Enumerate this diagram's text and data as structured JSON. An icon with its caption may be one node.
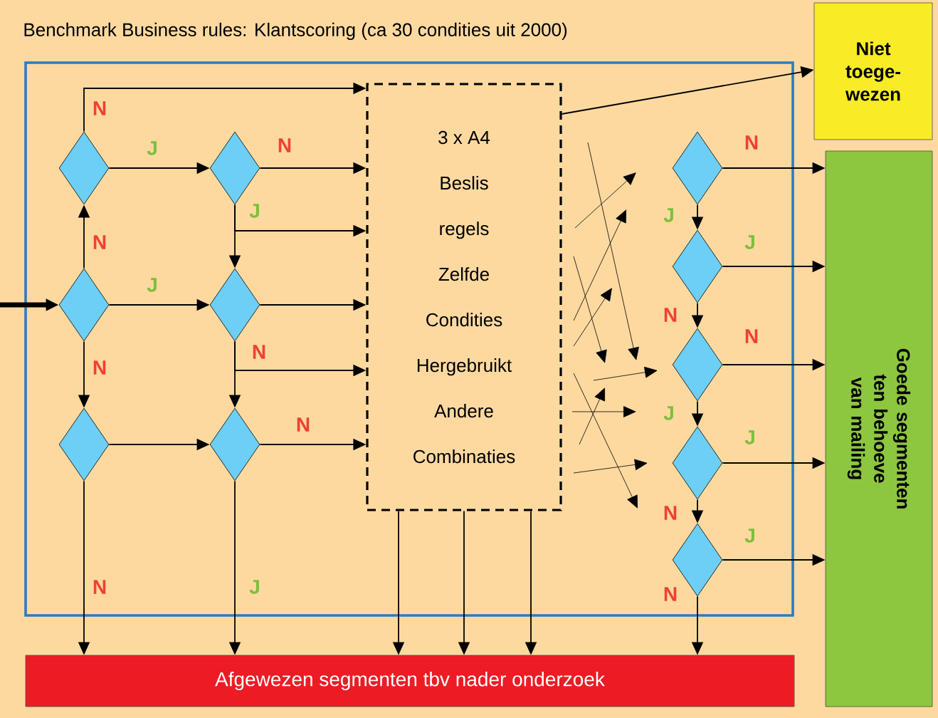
{
  "diagram": {
    "title": "Benchmark Business rules: Klantscoring (ca 30 condities uit 2000)",
    "nodes": [
      {
        "text": [],
        "shape": "diamond"
      },
      {
        "text": [],
        "shape": "diamond"
      },
      {
        "text": [],
        "shape": "diamond"
      },
      {
        "text": [],
        "shape": "diamond"
      },
      {
        "text": [],
        "shape": "diamond"
      },
      {
        "text": [],
        "shape": "diamond"
      },
      {
        "text": [
          "3 x A4",
          "Beslis",
          "regels",
          "Zelfde",
          "Condities",
          "Hergebruikt",
          "Andere",
          "Combinaties"
        ]
      },
      {
        "text": [],
        "shape": "diamond"
      },
      {
        "text": [],
        "shape": "diamond"
      },
      {
        "text": [],
        "shape": "diamond"
      },
      {
        "text": [],
        "shape": "diamond"
      },
      {
        "text": [],
        "shape": "diamond"
      },
      {
        "text": [
          "Niet toege- wezen"
        ]
      },
      {
        "text": [
          "Goede segmenten ten behoeve van mailing"
        ]
      },
      {
        "text": [
          "Afgewezen segmenten tbv nader onderzoek"
        ]
      }
    ],
    "edges": [
      {
        "from": 0,
        "to": 6,
        "arrow": "to",
        "label": "N"
      },
      {
        "from": 0,
        "to": 1,
        "arrow": "to",
        "label": "J"
      },
      {
        "from": 1,
        "to": 6,
        "arrow": "to",
        "label": "N"
      },
      {
        "from": 1,
        "to": 6,
        "arrow": "to",
        "label": "J"
      },
      {
        "from": 1,
        "to": 3,
        "arrow": "to"
      },
      {
        "from": 2,
        "to": 0,
        "arrow": "to",
        "label": "N"
      },
      {
        "from": 2,
        "to": 3,
        "arrow": "to",
        "label": "J"
      },
      {
        "from": 2,
        "to": 4,
        "arrow": "to",
        "label": "N"
      },
      {
        "from": 3,
        "to": 6,
        "arrow": "to"
      },
      {
        "from": 3,
        "to": 6,
        "arrow": "to",
        "label": "N"
      },
      {
        "from": 3,
        "to": 5,
        "arrow": "to"
      },
      {
        "from": 4,
        "to": 5,
        "arrow": "to"
      },
      {
        "from": 5,
        "to": 6,
        "arrow": "to",
        "label": "N"
      },
      {
        "from": 4,
        "to": 14,
        "arrow": "to",
        "label": "N"
      },
      {
        "from": 5,
        "to": 14,
        "arrow": "to",
        "label": "J"
      },
      {
        "from": 6,
        "to": 14,
        "arrow": "to"
      },
      {
        "from": 6,
        "to": 14,
        "arrow": "to"
      },
      {
        "from": 6,
        "to": 14,
        "arrow": "to"
      },
      {
        "from": 6,
        "to": 12,
        "arrow": "to"
      },
      {
        "from": 7,
        "to": 13,
        "arrow": "to",
        "label": "N"
      },
      {
        "from": 7,
        "to": 8,
        "arrow": "to",
        "label": "J"
      },
      {
        "from": 8,
        "to": 13,
        "arrow": "to",
        "label": "J"
      },
      {
        "from": 8,
        "to": 9,
        "arrow": "to",
        "label": "N"
      },
      {
        "from": 9,
        "to": 13,
        "arrow": "to",
        "label": "N"
      },
      {
        "from": 9,
        "to": 10,
        "arrow": "to",
        "label": "J"
      },
      {
        "from": 10,
        "to": 13,
        "arrow": "to",
        "label": "J"
      },
      {
        "from": 10,
        "to": 11,
        "arrow": "to",
        "label": "N"
      },
      {
        "from": 11,
        "to": 13,
        "arrow": "to",
        "label": "J"
      },
      {
        "from": 11,
        "to": 14,
        "arrow": "to",
        "label": "N"
      },
      {
        "from": null,
        "to": 2,
        "arrow": "to",
        "style": "thick"
      }
    ]
  }
}
